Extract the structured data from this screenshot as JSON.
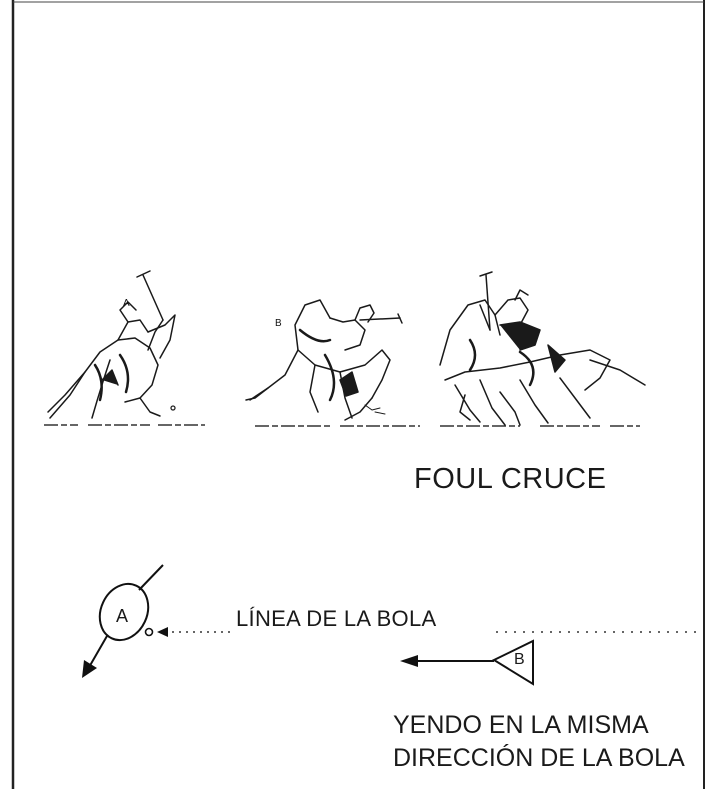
{
  "diagram": {
    "title": "FOUL CRUCE",
    "line_label": "LÍNEA DE LA BOLA",
    "direction_note_line1": "YENDO EN LA MISMA",
    "direction_note_line2": "DIRECCIÓN DE LA BOLA",
    "player_a": "A",
    "player_b": "B"
  },
  "illustrations": [
    {
      "icon": "polo-horse-rider-icon",
      "letter": "A"
    },
    {
      "icon": "polo-horse-rider-icon",
      "letter": "B"
    },
    {
      "icon": "polo-horses-collision-icon",
      "letter": ""
    }
  ]
}
